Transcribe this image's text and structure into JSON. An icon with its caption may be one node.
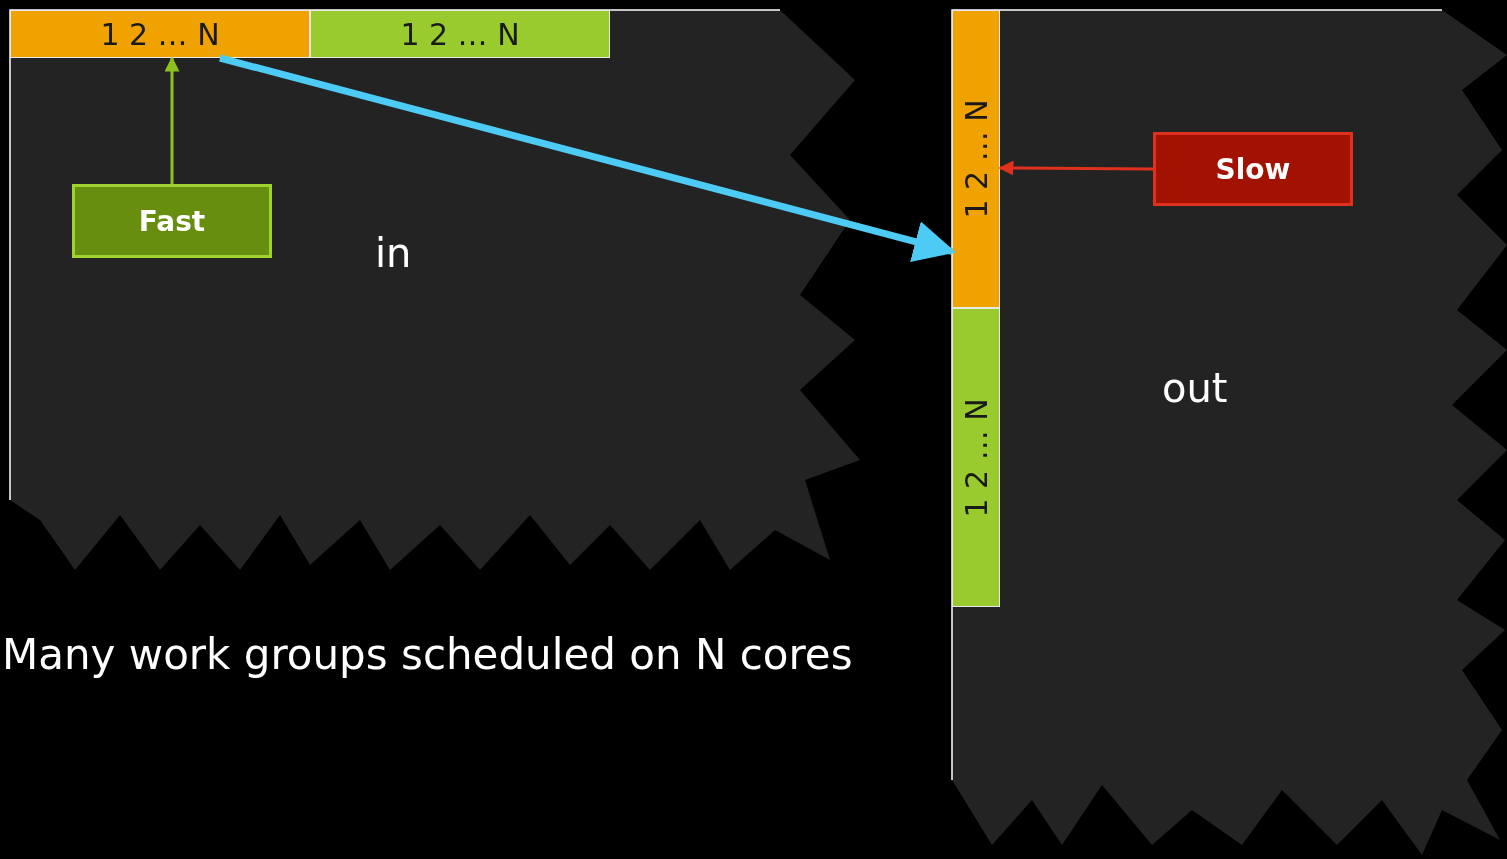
{
  "diagram": {
    "caption": "Many work groups scheduled on N cores",
    "nodes": [
      {
        "text": [
          "in"
        ]
      },
      {
        "text": [
          "1 2 … N"
        ],
        "in": 0
      },
      {
        "text": [
          "1 2 … N"
        ],
        "in": 0
      },
      {
        "text": [
          "Fast"
        ],
        "in": 0
      },
      {
        "text": [
          "out"
        ]
      },
      {
        "text": [
          "1 2 … N"
        ],
        "in": 4
      },
      {
        "text": [
          "1 2 … N"
        ],
        "in": 4
      },
      {
        "text": [
          "Slow"
        ],
        "in": 4
      }
    ],
    "edges": [
      {
        "from": 3,
        "to": 1,
        "arrow": "to",
        "color": "#8cc21e"
      },
      {
        "from": 1,
        "to": 5,
        "arrow": "to",
        "style": "thick",
        "color": "#4ecbf5"
      },
      {
        "from": 7,
        "to": 5,
        "arrow": "to",
        "color": "#e0301e"
      }
    ]
  }
}
